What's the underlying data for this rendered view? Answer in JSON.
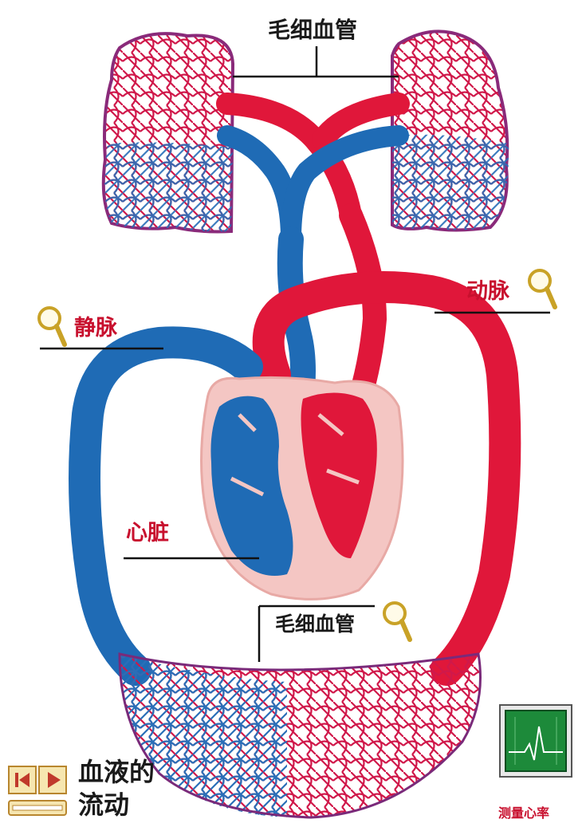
{
  "labels": {
    "capillary_top": "毛细血管",
    "artery": "动脉",
    "vein": "静脉",
    "heart": "心脏",
    "capillary_bottom": "毛细血管",
    "blood_flow_line1": "血液的",
    "blood_flow_line2": "流动",
    "heart_rate": "测量心率"
  },
  "colors": {
    "artery": "#e0173a",
    "vein": "#1f6bb5",
    "heart_tissue": "#f4c6c3",
    "lung_outline": "#8a2a7a",
    "label_red": "#c8102e",
    "monitor_green": "#1d8a3a"
  },
  "icons": [
    "magnifier-icon",
    "step-back-icon",
    "play-icon",
    "heart-rate-monitor-icon"
  ]
}
